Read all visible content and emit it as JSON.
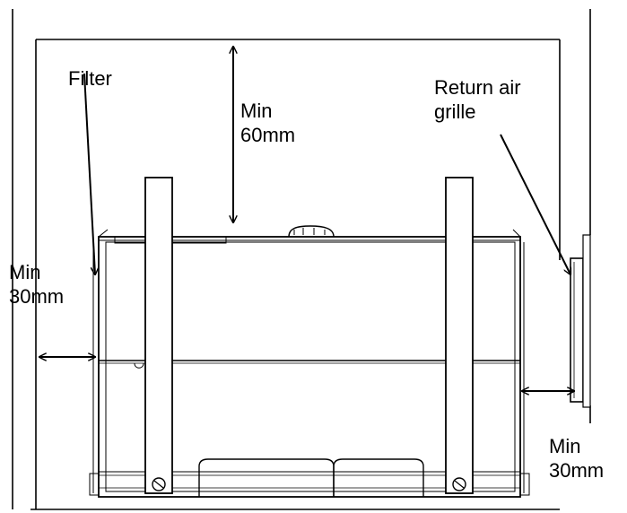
{
  "labels": {
    "filter": "Filter",
    "top_clearance": [
      "Min",
      "60mm"
    ],
    "return_air_grille": [
      "Return air",
      "grille"
    ],
    "left_clearance": [
      "Min",
      "30mm"
    ],
    "right_clearance": [
      "Min",
      "30mm"
    ]
  },
  "colors": {
    "line": "#000000",
    "background": "#ffffff"
  }
}
